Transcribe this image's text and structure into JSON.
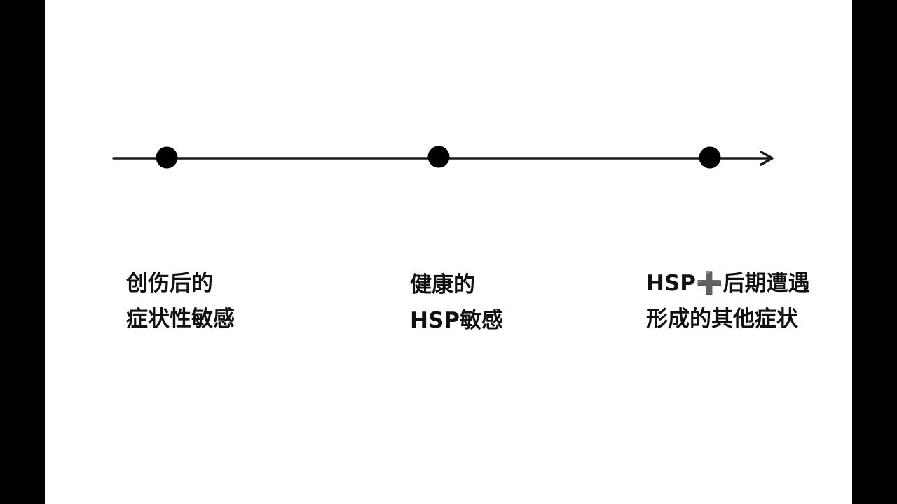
{
  "colors": {
    "line": "#1a1a1a",
    "dot": "#000000",
    "text": "#111111",
    "background": "#ffffff",
    "letterbox": "#000000"
  },
  "timeline": {
    "direction": "left-to-right",
    "points": [
      {
        "id": 1,
        "lines": [
          "创伤后的",
          "症状性敏感"
        ]
      },
      {
        "id": 2,
        "lines": [
          "健康的",
          "HSP敏感"
        ]
      },
      {
        "id": 3,
        "lines": [
          "HSP➕后期遭遇",
          "形成的其他症状"
        ]
      }
    ]
  }
}
